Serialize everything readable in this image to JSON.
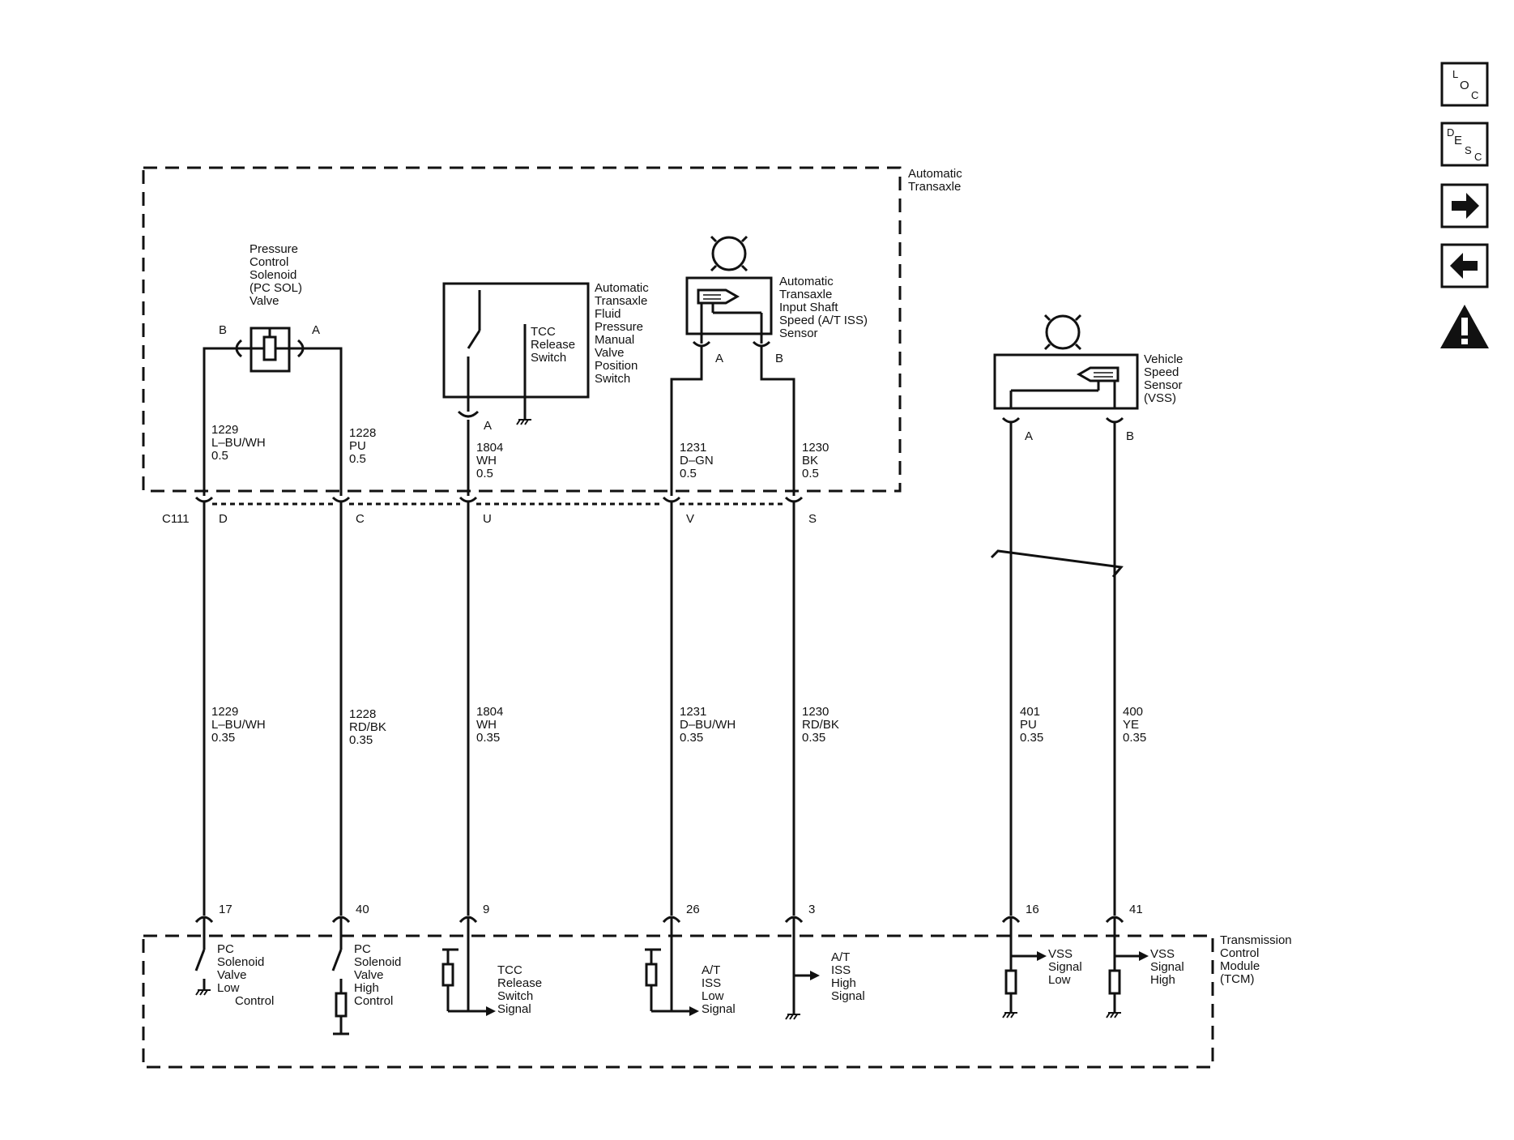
{
  "nav": {
    "loc": {
      "top": "L",
      "mid": "O",
      "bottom": "C"
    },
    "desc": {
      "top": "D",
      "mid": "E",
      "bottom1": "S",
      "bottom2": "C"
    }
  },
  "enclosures": {
    "transaxle": [
      "Automatic",
      "Transaxle"
    ],
    "tcm": [
      "Transmission",
      "Control",
      "Module",
      "(TCM)"
    ]
  },
  "components": {
    "pc_sol": {
      "label": [
        "Pressure",
        "Control",
        "Solenoid",
        "(PC SOL)",
        "Valve"
      ],
      "pin_b": "B",
      "pin_a": "A"
    },
    "tcc_switch": {
      "inner": [
        "TCC",
        "Release",
        "Switch"
      ],
      "label": [
        "Automatic",
        "Transaxle",
        "Fluid",
        "Pressure",
        "Manual",
        "Valve",
        "Position",
        "Switch"
      ],
      "pin_a": "A"
    },
    "iss_sensor": {
      "label": [
        "Automatic",
        "Transaxle",
        "Input Shaft",
        "Speed (A/T ISS)",
        "Sensor"
      ],
      "pin_a": "A",
      "pin_b": "B"
    },
    "vss": {
      "label": [
        "Vehicle",
        "Speed",
        "Sensor",
        "(VSS)"
      ],
      "pin_a": "A",
      "pin_b": "B"
    }
  },
  "connector": {
    "name": "C111",
    "pins": [
      "D",
      "C",
      "U",
      "V",
      "S"
    ]
  },
  "wires_upper": [
    [
      "1229",
      "L–BU/WH",
      "0.5"
    ],
    [
      "1228",
      "PU",
      "0.5"
    ],
    [
      "1804",
      "WH",
      "0.5"
    ],
    [
      "1231",
      "D–GN",
      "0.5"
    ],
    [
      "1230",
      "BK",
      "0.5"
    ]
  ],
  "wires_lower": [
    [
      "1229",
      "L–BU/WH",
      "0.35"
    ],
    [
      "1228",
      "RD/BK",
      "0.35"
    ],
    [
      "1804",
      "WH",
      "0.35"
    ],
    [
      "1231",
      "D–BU/WH",
      "0.35"
    ],
    [
      "1230",
      "RD/BK",
      "0.35"
    ],
    [
      "401",
      "PU",
      "0.35"
    ],
    [
      "400",
      "YE",
      "0.35"
    ]
  ],
  "tcm_pins": [
    "17",
    "40",
    "9",
    "26",
    "3",
    "16",
    "41"
  ],
  "tcm_signals": [
    [
      "PC",
      "Solenoid",
      "Valve",
      "Low",
      "Control"
    ],
    [
      "PC",
      "Solenoid",
      "Valve",
      "High",
      "Control"
    ],
    [
      "TCC",
      "Release",
      "Switch",
      "Signal"
    ],
    [
      "A/T",
      "ISS",
      "Low",
      "Signal"
    ],
    [
      "A/T",
      "ISS",
      "High",
      "Signal"
    ],
    [
      "VSS",
      "Signal",
      "Low"
    ],
    [
      "VSS",
      "Signal",
      "High"
    ]
  ]
}
